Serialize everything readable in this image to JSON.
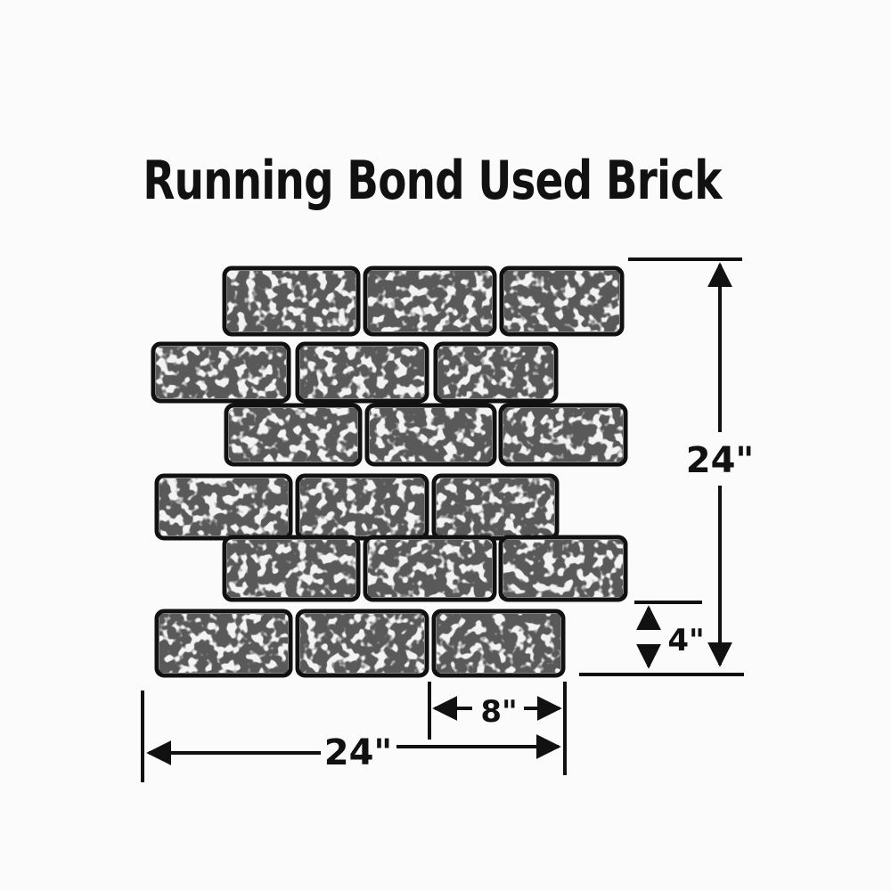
{
  "title": "Running Bond Used Brick",
  "dimensions": {
    "height_total": "24\"",
    "width_total": "24\"",
    "brick_length": "8\"",
    "brick_height": "4\""
  },
  "colors": {
    "ink": "#111111",
    "paper": "#fbfbfb",
    "brick_fill": "#f3f3f3",
    "speckle": "#1a1a1a"
  }
}
